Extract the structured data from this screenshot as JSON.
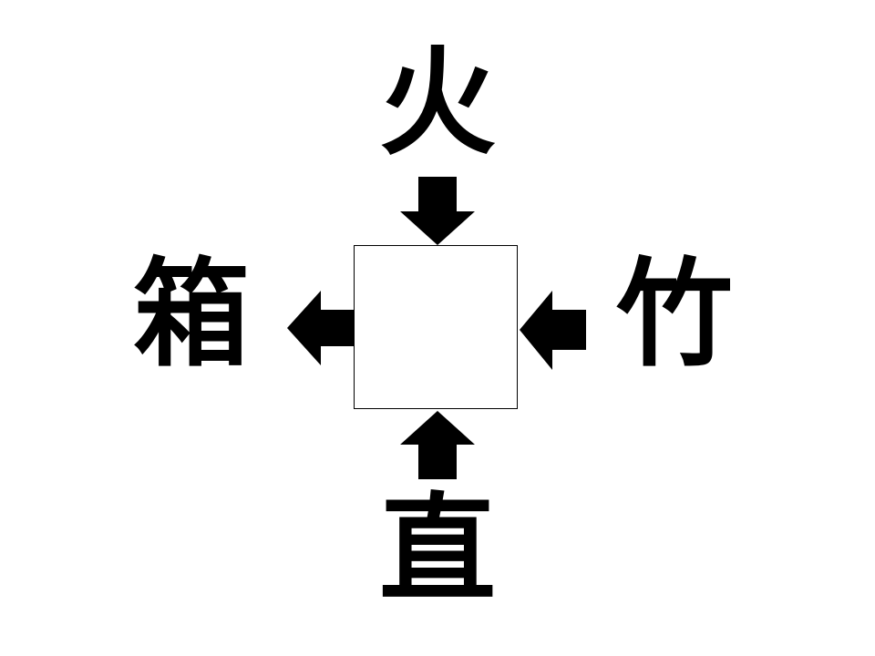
{
  "puzzle": {
    "top": "火",
    "left": "箱",
    "right": "竹",
    "bottom": "直"
  },
  "colors": {
    "ink": "#000000",
    "background": "#ffffff"
  }
}
